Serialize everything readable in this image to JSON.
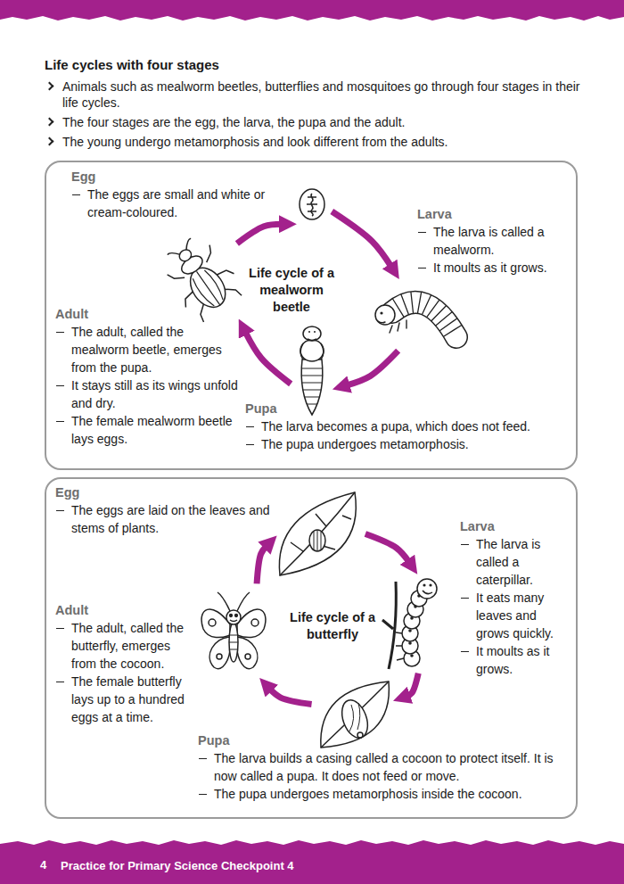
{
  "diagram": {
    "title": "Life cycles with four stages",
    "nodes": [
      {
        "text": [
          "Life cycle of a mealworm beetle"
        ]
      },
      {
        "text": [
          "Egg",
          "The eggs are small and white or cream-coloured."
        ],
        "in": 0
      },
      {
        "text": [
          "Larva",
          "The larva is called a mealworm.",
          "It moults as it grows."
        ],
        "in": 0
      },
      {
        "text": [
          "Pupa",
          "The larva becomes a pupa, which does not feed.",
          "The pupa undergoes metamorphosis."
        ],
        "in": 0
      },
      {
        "text": [
          "Adult",
          "The adult, called the mealworm beetle, emerges from the pupa.",
          "It stays still as its wings unfold and dry.",
          "The female mealworm beetle lays eggs."
        ],
        "in": 0
      },
      {
        "text": [
          "Life cycle of a butterfly"
        ]
      },
      {
        "text": [
          "Egg",
          "The eggs are laid on the leaves and stems of plants."
        ],
        "in": 5
      },
      {
        "text": [
          "Larva",
          "The larva is called a caterpillar.",
          "It eats many leaves and grows quickly.",
          "It moults as it grows."
        ],
        "in": 5
      },
      {
        "text": [
          "Pupa",
          "The larva builds a casing called a cocoon to protect itself. It is now called a pupa. It does not feed or move.",
          "The pupa undergoes metamorphosis inside the cocoon."
        ],
        "in": 5
      },
      {
        "text": [
          "Adult",
          "The adult, called the butterfly, emerges from the cocoon.",
          "The female butterfly lays up to a hundred eggs at a time."
        ],
        "in": 5
      }
    ],
    "edges": [
      {
        "from": 1,
        "to": 2,
        "arrow": "to"
      },
      {
        "from": 2,
        "to": 3,
        "arrow": "to"
      },
      {
        "from": 3,
        "to": 4,
        "arrow": "to"
      },
      {
        "from": 4,
        "to": 1,
        "arrow": "to"
      },
      {
        "from": 6,
        "to": 7,
        "arrow": "to"
      },
      {
        "from": 7,
        "to": 8,
        "arrow": "to"
      },
      {
        "from": 8,
        "to": 9,
        "arrow": "to"
      },
      {
        "from": 9,
        "to": 6,
        "arrow": "to"
      }
    ],
    "labels": [
      "Animals such as mealworm beetles, butterflies and mosquitoes go through four stages in their life cycles.",
      "The four stages are the egg, the larva, the pupa and the adult.",
      "The young undergo metamorphosis and look different from the adults.",
      "4",
      "Practice for Primary Science Checkpoint 4"
    ]
  }
}
